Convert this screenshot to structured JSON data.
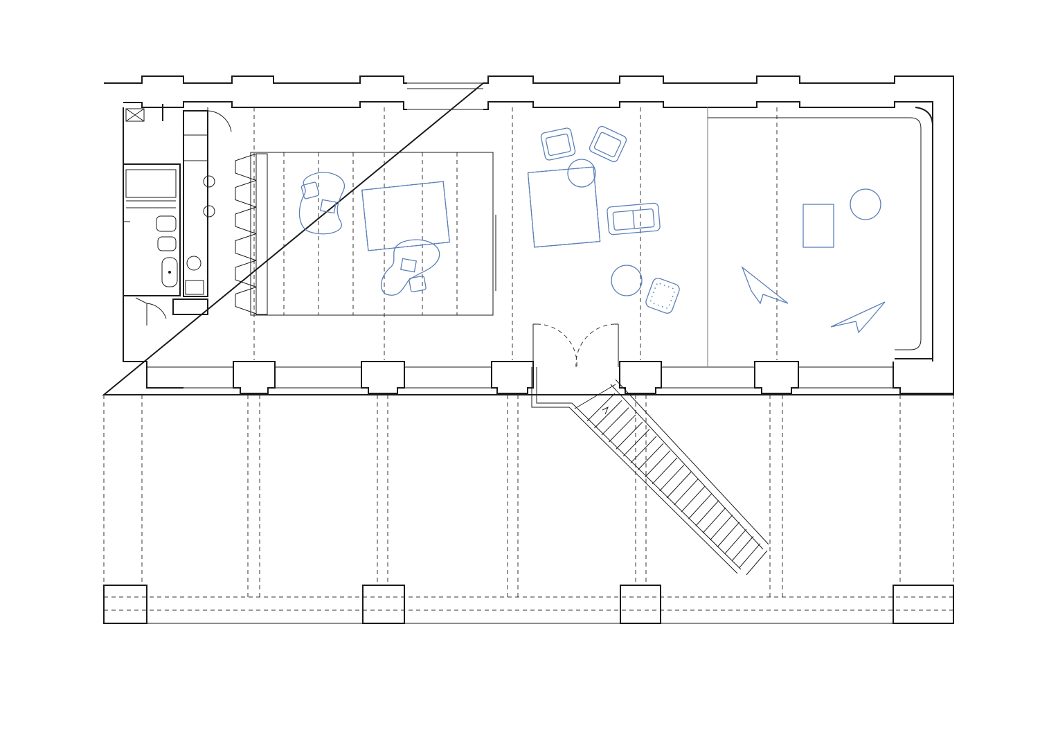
{
  "drawing": {
    "type": "floor plan",
    "colors": {
      "structure": "#1a1a1a",
      "furniture": "#5b7fb8",
      "background": "#ffffff",
      "partition": "#888888"
    },
    "grid_bays": 7,
    "stair_treads": 22
  }
}
